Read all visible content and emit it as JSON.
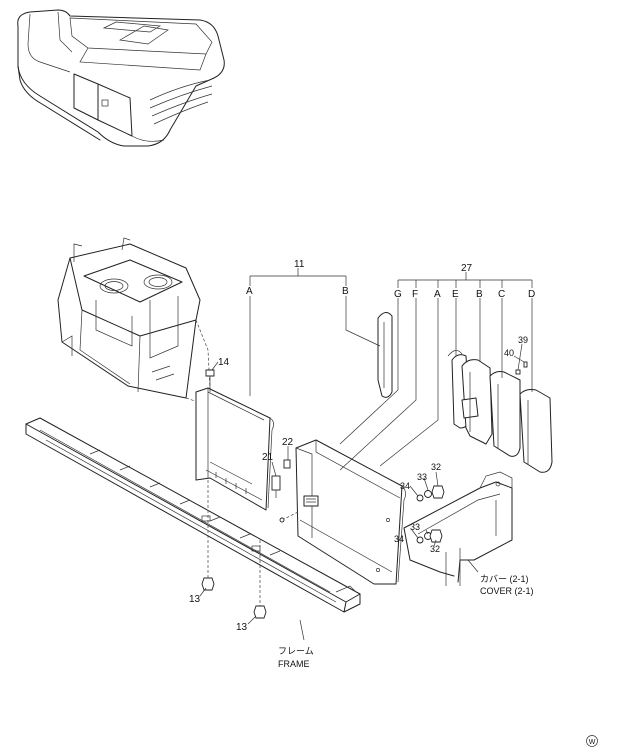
{
  "callouts": {
    "c11": "11",
    "c27": "27",
    "c14": "14",
    "c22": "22",
    "c21": "21",
    "c13a": "13",
    "c13b": "13",
    "c39": "39",
    "c40": "40",
    "c32a": "32",
    "c33a": "33",
    "c34a": "34",
    "c33b": "33",
    "c32b": "32",
    "c34b": "34"
  },
  "group11": {
    "a": "A",
    "b": "B"
  },
  "group27": {
    "g": "G",
    "f": "F",
    "a": "A",
    "e": "E",
    "b": "B",
    "c": "C",
    "d": "D"
  },
  "labels": {
    "cover_jp": "カバー (2-1)",
    "cover_en": "COVER (2-1)",
    "frame_jp": "フレーム",
    "frame_en": "FRAME"
  },
  "mark": "W"
}
